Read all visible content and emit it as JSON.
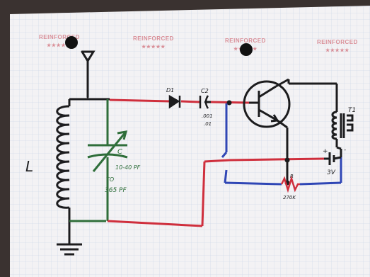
{
  "paper": {
    "stamps": [
      "REINFORCED",
      "REINFORCED",
      "REINFORCED",
      "REINFORCED"
    ],
    "stars": "★★★★★",
    "colors": {
      "paper": "#f3f2f4",
      "grid": "#c7d3e6",
      "stamp": "#d98f98",
      "background": "#3a3230"
    }
  },
  "labels": {
    "inductor": "L",
    "capacitor_c": "C",
    "capacitor_value": "10-40 PF",
    "capacitor_to": "TO",
    "capacitor_alt": "365 PF",
    "diode_d1": "D1",
    "capacitor_c2": "C2",
    "c2_value1": ".001",
    "c2_value2": ".01",
    "transformer_t1": "T1",
    "battery_plus": "+",
    "battery_minus": "-",
    "battery_value": "3V",
    "resistor_r": "R",
    "resistor_value": "270K"
  },
  "wire_colors": {
    "black": "#1c1c1e",
    "red": "#cf2f3d",
    "green": "#2f6e3a",
    "blue": "#2f46b5"
  }
}
